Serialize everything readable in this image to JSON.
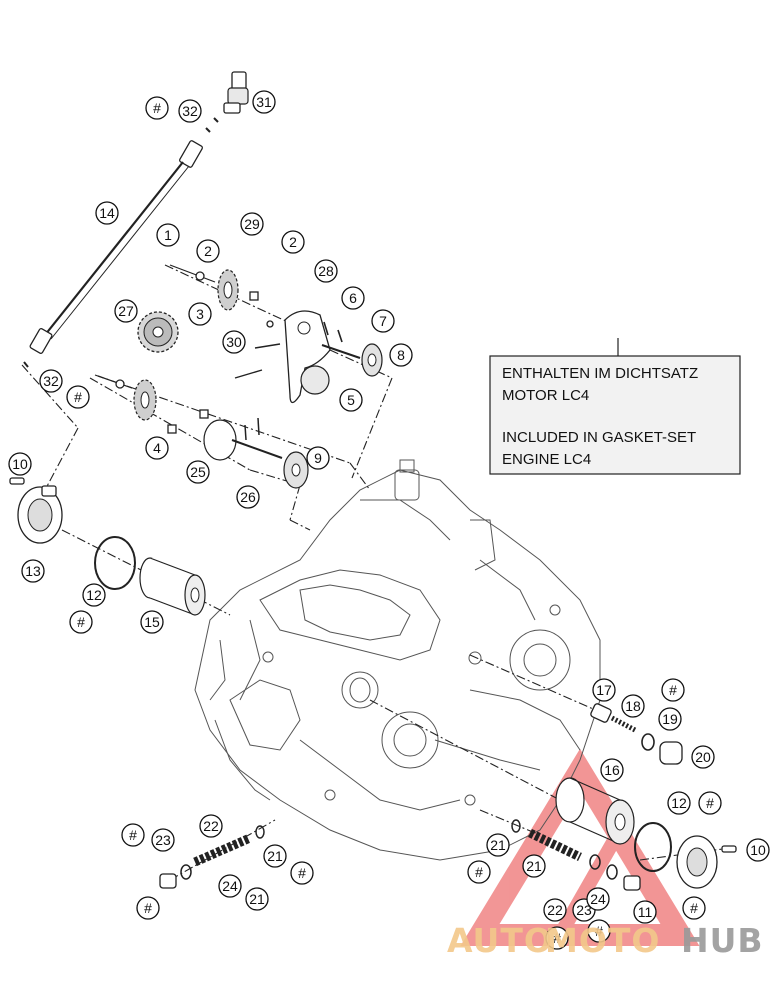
{
  "callouts": [
    {
      "id": "c-hash-top",
      "text": "#"
    },
    {
      "id": "c-32-top",
      "text": "32"
    },
    {
      "id": "c-31",
      "text": "31"
    },
    {
      "id": "c-14",
      "text": "14"
    },
    {
      "id": "c-1",
      "text": "1"
    },
    {
      "id": "c-2a",
      "text": "2"
    },
    {
      "id": "c-29",
      "text": "29"
    },
    {
      "id": "c-2b",
      "text": "2"
    },
    {
      "id": "c-28",
      "text": "28"
    },
    {
      "id": "c-6",
      "text": "6"
    },
    {
      "id": "c-27",
      "text": "27"
    },
    {
      "id": "c-3",
      "text": "3"
    },
    {
      "id": "c-7",
      "text": "7"
    },
    {
      "id": "c-30",
      "text": "30"
    },
    {
      "id": "c-8",
      "text": "8"
    },
    {
      "id": "c-32-left",
      "text": "32"
    },
    {
      "id": "c-hash-left",
      "text": "#"
    },
    {
      "id": "c-5",
      "text": "5"
    },
    {
      "id": "c-4",
      "text": "4"
    },
    {
      "id": "c-9",
      "text": "9"
    },
    {
      "id": "c-10-left",
      "text": "10"
    },
    {
      "id": "c-25",
      "text": "25"
    },
    {
      "id": "c-26",
      "text": "26"
    },
    {
      "id": "c-13",
      "text": "13"
    },
    {
      "id": "c-12-left",
      "text": "12"
    },
    {
      "id": "c-hash-12",
      "text": "#"
    },
    {
      "id": "c-15",
      "text": "15"
    },
    {
      "id": "c-17",
      "text": "17"
    },
    {
      "id": "c-hash-17",
      "text": "#"
    },
    {
      "id": "c-18",
      "text": "18"
    },
    {
      "id": "c-19",
      "text": "19"
    },
    {
      "id": "c-20",
      "text": "20"
    },
    {
      "id": "c-16",
      "text": "16"
    },
    {
      "id": "c-12-right",
      "text": "12"
    },
    {
      "id": "c-hash-12r",
      "text": "#"
    },
    {
      "id": "c-10-right",
      "text": "10"
    },
    {
      "id": "c-22-left",
      "text": "22"
    },
    {
      "id": "c-hash-23",
      "text": "#"
    },
    {
      "id": "c-23-left",
      "text": "23"
    },
    {
      "id": "c-21-a",
      "text": "21"
    },
    {
      "id": "c-hash-21a",
      "text": "#"
    },
    {
      "id": "c-21-b",
      "text": "21"
    },
    {
      "id": "c-hash-21b",
      "text": "#"
    },
    {
      "id": "c-24-left",
      "text": "24"
    },
    {
      "id": "c-21-c",
      "text": "21"
    },
    {
      "id": "c-hash-21c",
      "text": "#"
    },
    {
      "id": "c-22-right",
      "text": "22"
    },
    {
      "id": "c-21-d",
      "text": "21"
    },
    {
      "id": "c-23-right",
      "text": "23"
    },
    {
      "id": "c-24-right",
      "text": "24"
    },
    {
      "id": "c-11",
      "text": "11"
    },
    {
      "id": "c-hash-b1",
      "text": "#"
    },
    {
      "id": "c-hash-b2",
      "text": "#"
    },
    {
      "id": "c-hash-legend",
      "text": "#"
    }
  ],
  "legend": {
    "line1": "ENTHALTEN IM DICHTSATZ",
    "line2": "MOTOR LC4",
    "line3": "INCLUDED IN GASKET-SET",
    "line4": "ENGINE LC4"
  },
  "watermark": {
    "part1": "AUTO",
    "part2": "MOTO",
    "part3": "HUB",
    "color_auto": "#f3c88a",
    "color_moto": "#f3c88a",
    "color_hub": "#9a9a9a",
    "triangle_color": "#e84040"
  }
}
